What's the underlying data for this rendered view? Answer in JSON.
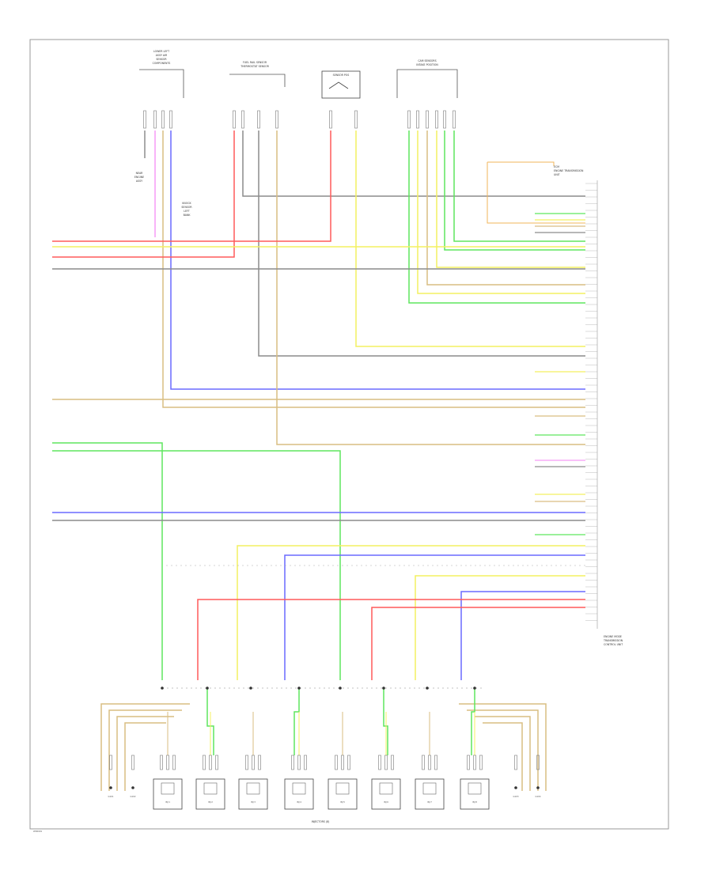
{
  "components": {
    "left_sensor": {
      "lines": [
        "LOWER LEFT",
        "ASSY AIR",
        "SENSOR",
        "COMPONENTS"
      ]
    },
    "fuel_pump": {
      "lines": [
        "FUEL RAIL SENSOR",
        "THERMOSTAT SENSOR"
      ]
    },
    "switch": {
      "lines": [
        "SENSOR POS"
      ]
    },
    "cam_sensors": {
      "lines": [
        "CAM SENSORS",
        "INTAKE POSITION"
      ]
    },
    "ecm": {
      "lines": [
        "ECM",
        "ENGINE TRANSMISSION",
        "UNIT"
      ]
    },
    "ecm_bottom": {
      "lines": [
        "ENGINE MODE",
        "TRANSMISSION",
        "CONTROL UNIT"
      ]
    },
    "knock_left": {
      "lines": [
        "KNOCK",
        "SENSOR",
        "LEFT",
        "BANK"
      ]
    },
    "ground_note": {
      "lines": [
        "NEAR",
        "ENGINE",
        "ASSY"
      ]
    }
  },
  "bottom_label": "INJECTORS (8)",
  "corner_label": "WD0001",
  "injector_labels": [
    "INJ 1",
    "INJ 2",
    "INJ 3",
    "INJ 4",
    "INJ 5",
    "INJ 6",
    "INJ 7",
    "INJ 8"
  ],
  "ground_labels": [
    "G101",
    "G102",
    "G103",
    "G104"
  ],
  "colors": {
    "red": "#ff5a5a",
    "yellow": "#f4f060",
    "green": "#5ee65e",
    "blue": "#6a6aff",
    "tan": "#d9be82",
    "pink": "#f59bf5",
    "gray": "#8c8c8c",
    "orange": "#f2b45a"
  }
}
